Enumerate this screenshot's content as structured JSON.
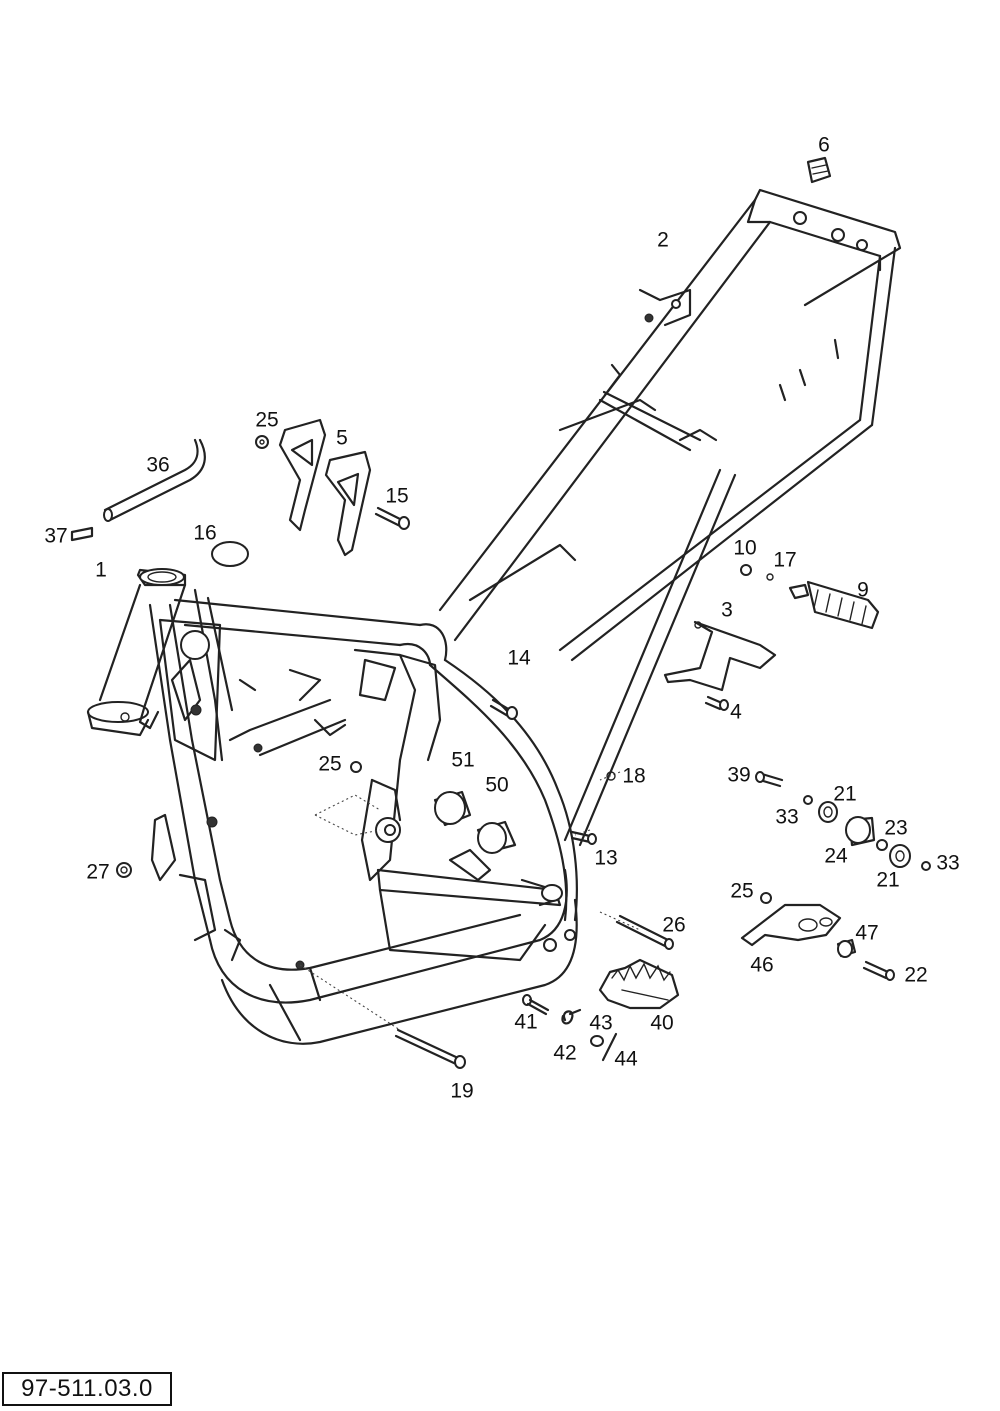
{
  "drawing_code": "97-511.03.0",
  "callouts": [
    {
      "id": "c6",
      "text": "6"
    },
    {
      "id": "c2",
      "text": "2"
    },
    {
      "id": "c25a",
      "text": "25"
    },
    {
      "id": "c5",
      "text": "5"
    },
    {
      "id": "c36",
      "text": "36"
    },
    {
      "id": "c15",
      "text": "15"
    },
    {
      "id": "c37",
      "text": "37"
    },
    {
      "id": "c16",
      "text": "16"
    },
    {
      "id": "c1",
      "text": "1"
    },
    {
      "id": "c10",
      "text": "10"
    },
    {
      "id": "c17",
      "text": "17"
    },
    {
      "id": "c9",
      "text": "9"
    },
    {
      "id": "c3",
      "text": "3"
    },
    {
      "id": "c14",
      "text": "14"
    },
    {
      "id": "c4",
      "text": "4"
    },
    {
      "id": "c25b",
      "text": "25"
    },
    {
      "id": "c51",
      "text": "51"
    },
    {
      "id": "c39",
      "text": "39"
    },
    {
      "id": "c21a",
      "text": "21"
    },
    {
      "id": "c18",
      "text": "18"
    },
    {
      "id": "c50",
      "text": "50"
    },
    {
      "id": "c33a",
      "text": "33"
    },
    {
      "id": "c23",
      "text": "23"
    },
    {
      "id": "c13",
      "text": "13"
    },
    {
      "id": "c24",
      "text": "24"
    },
    {
      "id": "c33b",
      "text": "33"
    },
    {
      "id": "c27",
      "text": "27"
    },
    {
      "id": "c21b",
      "text": "21"
    },
    {
      "id": "c25c",
      "text": "25"
    },
    {
      "id": "c26",
      "text": "26"
    },
    {
      "id": "c47",
      "text": "47"
    },
    {
      "id": "c46",
      "text": "46"
    },
    {
      "id": "c22",
      "text": "22"
    },
    {
      "id": "c41",
      "text": "41"
    },
    {
      "id": "c43",
      "text": "43"
    },
    {
      "id": "c40",
      "text": "40"
    },
    {
      "id": "c42",
      "text": "42"
    },
    {
      "id": "c44",
      "text": "44"
    },
    {
      "id": "c19",
      "text": "19"
    }
  ]
}
